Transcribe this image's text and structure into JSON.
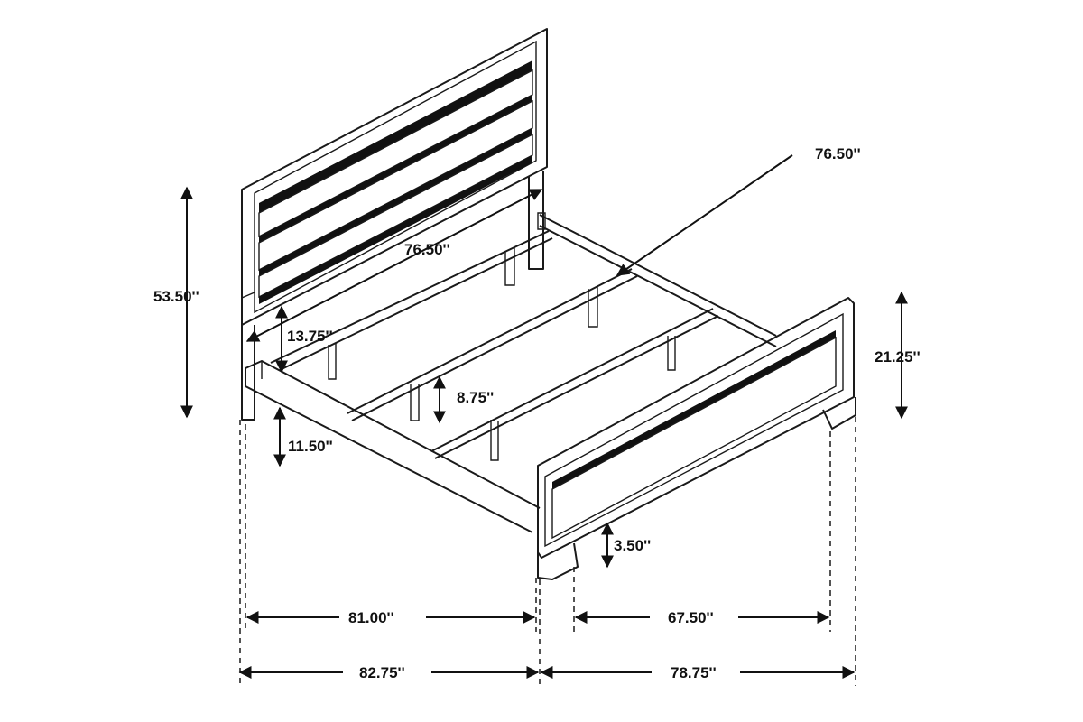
{
  "dimensions": {
    "headboard_height": "53.50''",
    "headboard_inner_width": "76.50''",
    "diagonal_width": "76.50''",
    "rail_height_head": "13.75''",
    "slat_support_height": "8.75''",
    "rail_clearance": "11.50''",
    "footboard_height": "21.25''",
    "foot_clearance": "3.50''",
    "inner_length": "81.00''",
    "inner_width": "67.50''",
    "overall_length": "82.75''",
    "overall_width": "78.75''"
  }
}
